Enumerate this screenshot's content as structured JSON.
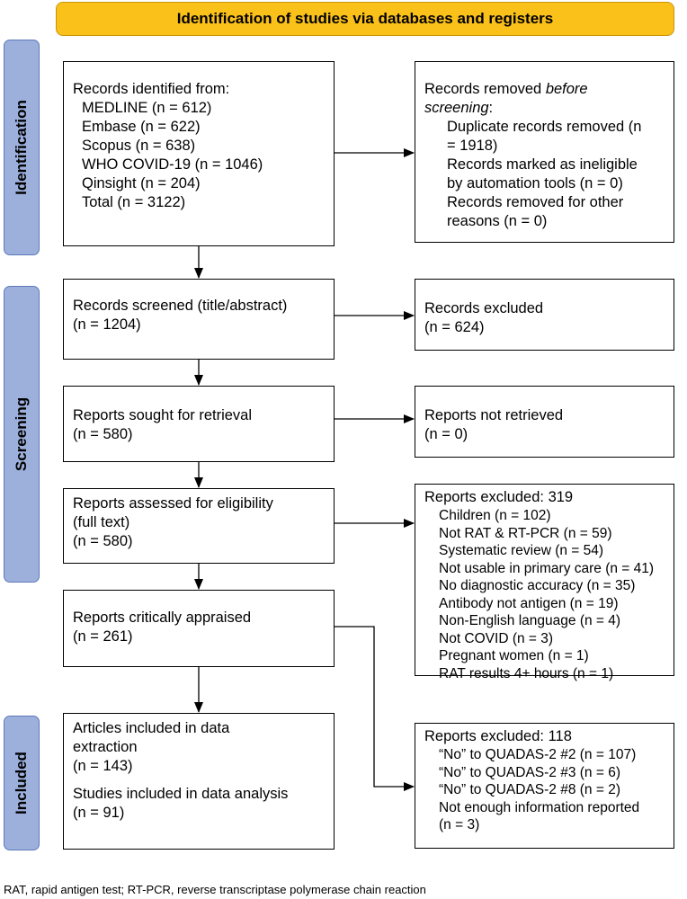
{
  "banner": "Identification of studies via databases and registers",
  "phases": {
    "identification": "Identification",
    "screening": "Screening",
    "included": "Included"
  },
  "boxes": {
    "identified": {
      "heading": "Records identified from:",
      "items": [
        "MEDLINE (n = 612)",
        "Embase (n = 622)",
        "Scopus (n = 638)",
        "WHO COVID-19 (n = 1046)",
        "Qinsight (n = 204)",
        "Total (n = 3122)"
      ]
    },
    "removed": {
      "heading_pre": "Records removed ",
      "heading_em": "before",
      "heading_line2": "screening",
      "heading_colon": ":",
      "items": [
        "Duplicate records removed (n",
        "= 1918)",
        "Records marked as ineligible",
        "by automation tools (n = 0)",
        "Records removed for other",
        "reasons (n = 0)"
      ]
    },
    "screened": {
      "lines": [
        "Records screened (title/abstract)",
        "(n = 1204)"
      ]
    },
    "excluded_records": {
      "lines": [
        "Records excluded",
        "(n = 624)"
      ]
    },
    "sought": {
      "lines": [
        "Reports sought for retrieval",
        "(n = 580)"
      ]
    },
    "not_retrieved": {
      "lines": [
        "Reports not retrieved",
        "(n = 0)"
      ]
    },
    "assessed": {
      "lines": [
        "Reports assessed for eligibility",
        "(full text)",
        "(n = 580)"
      ]
    },
    "excluded_reports_1": {
      "heading": "Reports excluded: 319",
      "items": [
        "Children (n = 102)",
        "Not RAT & RT-PCR (n = 59)",
        "Systematic review (n = 54)",
        "Not usable in primary care (n = 41)",
        "No diagnostic accuracy (n = 35)",
        "Antibody not antigen (n = 19)",
        "Non-English language (n = 4)",
        "Not COVID (n = 3)",
        "Pregnant women (n = 1)",
        "RAT results 4+ hours (n = 1)"
      ]
    },
    "appraised": {
      "lines": [
        "Reports critically appraised",
        "(n = 261)"
      ]
    },
    "included": {
      "lines": [
        "Articles included in data",
        "extraction",
        "(n = 143)"
      ],
      "lines2": [
        "Studies included in data analysis",
        "(n = 91)"
      ]
    },
    "excluded_reports_2": {
      "heading": "Reports excluded: 118",
      "items": [
        "“No” to QUADAS-2 #2 (n = 107)",
        "“No” to QUADAS-2 #3 (n = 6)",
        "“No” to QUADAS-2 #8 (n = 2)",
        "Not enough information reported",
        "(n = 3)"
      ]
    }
  },
  "footnote": "RAT, rapid antigen test; RT-PCR, reverse transcriptase polymerase chain reaction",
  "colors": {
    "banner": "#fbc11b",
    "phase": "#9db0dc",
    "phase_border": "#5d79b9"
  }
}
